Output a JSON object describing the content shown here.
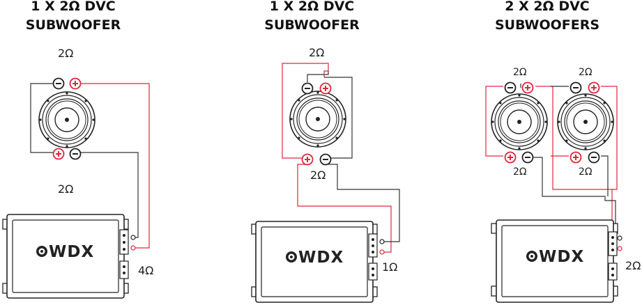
{
  "panels": [
    {
      "title_line1": "1 X 2Ω DVC",
      "title_line2": "SUBWOOFER",
      "labels": {
        "top_coil": "2Ω",
        "bottom_coil": "2Ω",
        "amp_load": "4Ω"
      }
    },
    {
      "title_line1": "1 X 2Ω DVC",
      "title_line2": "SUBWOOFER",
      "labels": {
        "top_coil": "2Ω",
        "bottom_coil": "2Ω",
        "amp_load": "1Ω"
      }
    },
    {
      "title_line1": "2 X 2Ω DVC",
      "title_line2": "SUBWOOFERS",
      "labels": {
        "sub1_top": "2Ω",
        "sub1_bottom": "2Ω",
        "sub2_top": "2Ω",
        "sub2_bottom": "2Ω",
        "amp_load": "2Ω"
      }
    }
  ],
  "amplifier": {
    "brand": "WDX"
  },
  "terminals": {
    "positive": "+",
    "negative": "−"
  },
  "colors": {
    "positive_wire": "#e0263d",
    "negative_wire": "#333333",
    "outline": "#222222"
  }
}
